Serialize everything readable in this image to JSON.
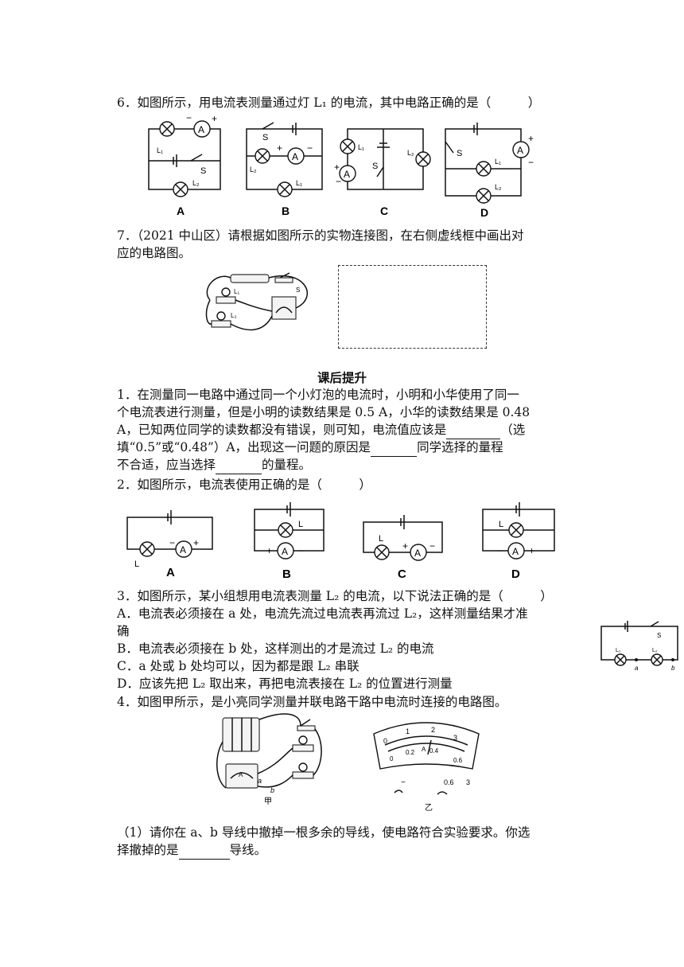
{
  "q6": {
    "text": "6．如图所示，用电流表测量通过灯 L₁ 的电流，其中电路正确的是（　　　）",
    "options": [
      "A",
      "B",
      "C",
      "D"
    ]
  },
  "q7": {
    "line1": "7．（2021 中山区）请根据如图所示的实物连接图，在右侧虚线框中画出对",
    "line2": "应的电路图。"
  },
  "section_heading": "课后提升",
  "p1": {
    "l1": "1．在测量同一电路中通过同一个小灯泡的电流时，小明和小华使用了同一",
    "l2": "个电流表进行测量，但是小明的读数结果是 0.5 A，小华的读数结果是 0.48",
    "l3a": "A，已知两位同学的读数都没有错误，则可知，电流值应该是",
    "l3b": "（选",
    "l4a": "填“0.5”或“0.48”）A，出现这一问题的原因是",
    "l4b": "同学选择的量程",
    "l5a": "不合适，应当选择",
    "l5b": "的量程。"
  },
  "p2": {
    "text": "2．如图所示，电流表使用正确的是（　　　）",
    "options": [
      "A",
      "B",
      "C",
      "D"
    ]
  },
  "p3": {
    "stem": "3．如图所示，某小组想用电流表测量 L₂ 的电流，以下说法正确的是（　　　）",
    "a1": "A．电流表必须接在 a 处，电流先流过电流表再流过 L₂，这样测量结果才准",
    "a2": "确",
    "b": "B．电流表必须接在 b 处，这样测出的才是流过 L₂ 的电流",
    "c": "C．a 处或 b 处均可以，因为都是跟 L₂ 串联",
    "d": "D．应该先把 L₂ 取出来，再把电流表接在 L₂ 的位置进行测量"
  },
  "p4": {
    "stem": "4．如图甲所示，是小亮同学测量并联电路干路中电流时连接的电路图。",
    "fig_a": "甲",
    "fig_b": "乙",
    "sub1_l1": "（1）请你在 a、b 导线中撤掉一根多余的导线，使电路符合实验要求。你选",
    "sub1_l2a": "择撤掉的是",
    "sub1_l2b": "导线。"
  }
}
